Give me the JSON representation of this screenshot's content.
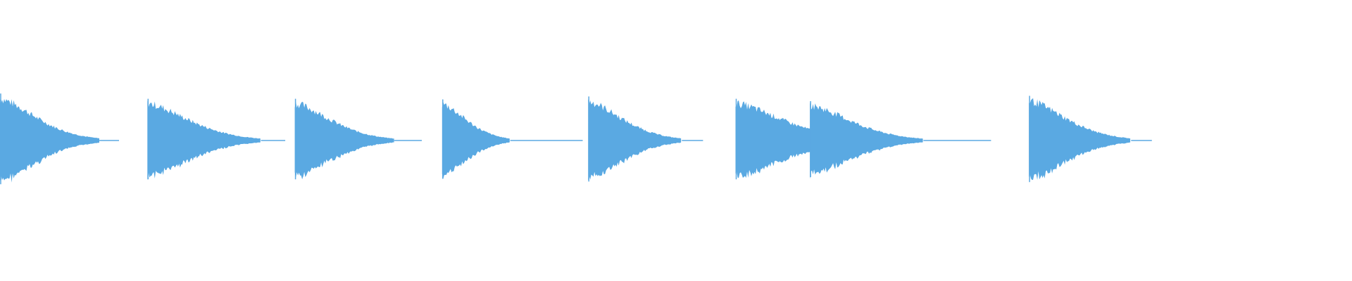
{
  "waveform": {
    "color": "#5aa9e2",
    "background": "#ffffff",
    "hits": [
      {
        "start": 0.0,
        "peak": 0.8,
        "decay": 0.035,
        "tail": 0.088
      },
      {
        "start": 0.109,
        "peak": 0.71,
        "decay": 0.04,
        "tail": 0.211
      },
      {
        "start": 0.218,
        "peak": 0.71,
        "decay": 0.035,
        "tail": 0.312
      },
      {
        "start": 0.327,
        "peak": 0.7,
        "decay": 0.024,
        "tail": 0.431
      },
      {
        "start": 0.435,
        "peak": 0.75,
        "decay": 0.033,
        "tail": 0.52
      },
      {
        "start": 0.544,
        "peak": 0.71,
        "decay": 0.046,
        "tail": 0.597
      },
      {
        "start": 0.599,
        "peak": 0.67,
        "decay": 0.04,
        "tail": 0.733
      },
      {
        "start": 0.761,
        "peak": 0.76,
        "decay": 0.036,
        "tail": 0.852
      }
    ]
  }
}
